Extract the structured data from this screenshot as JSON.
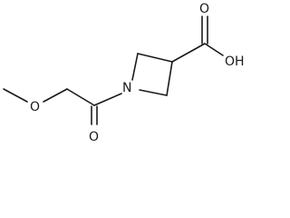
{
  "molecule": {
    "atoms": {
      "ether_oxygen": "O",
      "carbonyl_oxygen": "O",
      "ring_nitrogen": "N",
      "acid_carbonyl_oxygen": "O",
      "hydroxyl": "OH"
    },
    "colors": {
      "bond": "#1a1a1a",
      "label": "#1a1a1a",
      "background": "#ffffff"
    }
  }
}
